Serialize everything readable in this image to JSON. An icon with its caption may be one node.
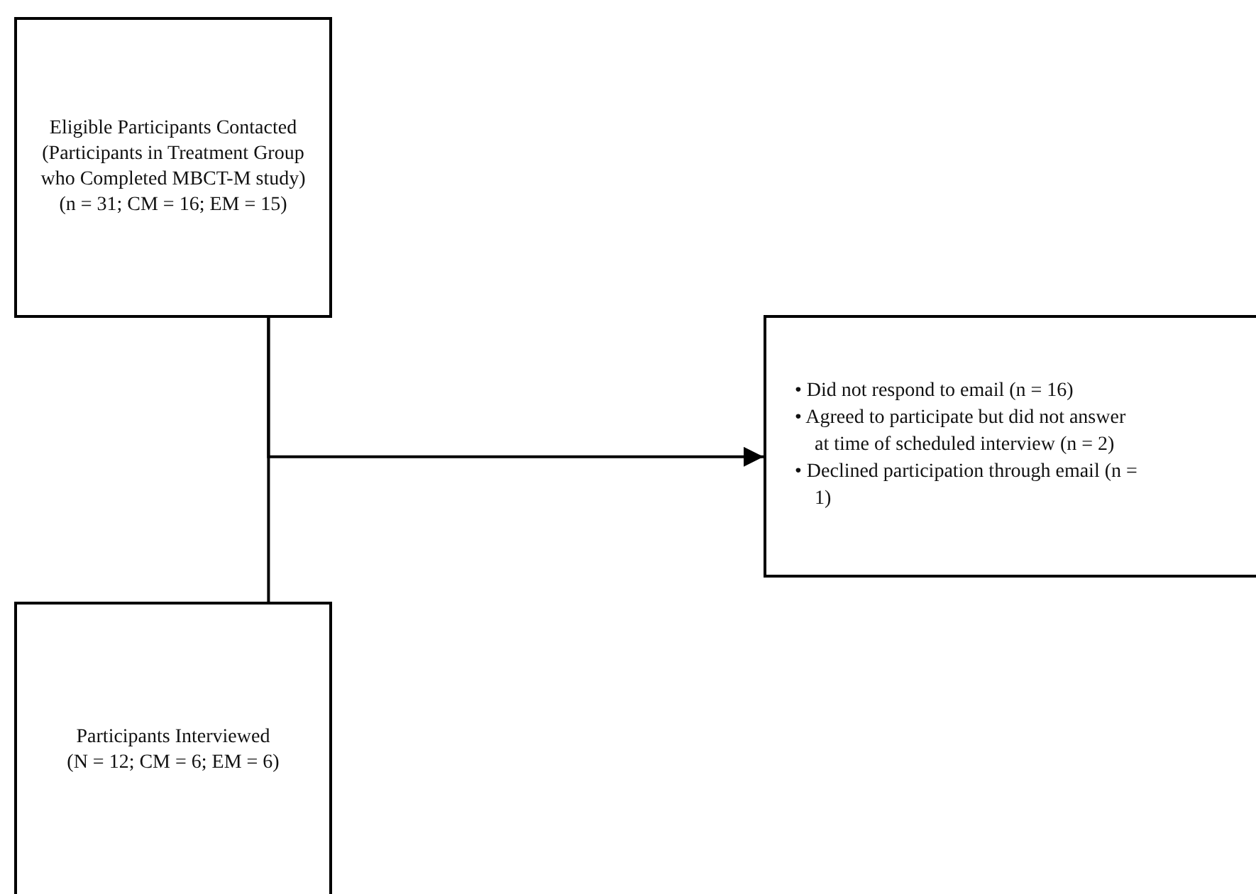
{
  "diagram": {
    "nodes": [
      {
        "text": [
          "Eligible Participants Contacted (Participants in Treatment Group who Completed MBCT-M study) (n = 31; CM = 16; EM = 15)"
        ]
      },
      {
        "text": [
          "Participants Interviewed (N = 12; CM = 6; EM = 6)"
        ]
      },
      {
        "text": [
          "• Did not respond to email (n = 16)",
          "• Agreed to participate but did not answer at time of scheduled interview (n = 2)",
          "• Declined participation through email (n = 1)"
        ]
      }
    ],
    "edges": [
      {
        "from": 0,
        "to": 1,
        "arrow": "none"
      },
      {
        "from": 0,
        "to": 2,
        "arrow": "to"
      }
    ]
  }
}
